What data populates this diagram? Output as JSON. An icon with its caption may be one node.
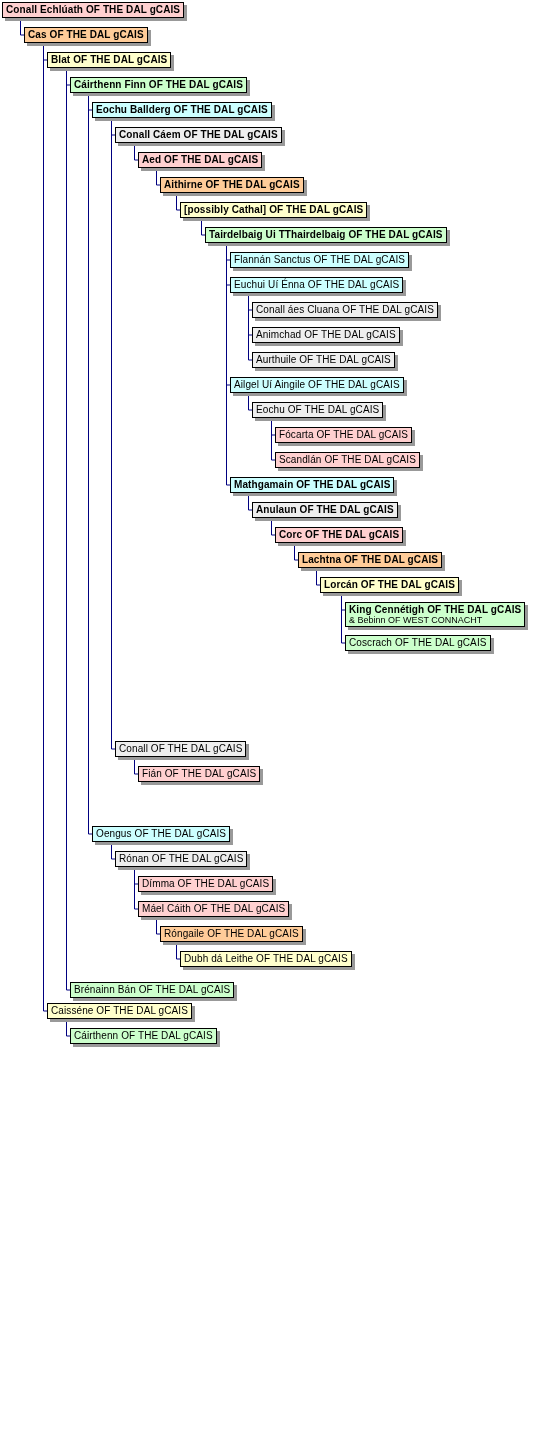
{
  "diagram": {
    "nodes": [
      {
        "text": [
          "Conall Echlúath OF THE DAL gCAIS"
        ]
      },
      {
        "text": [
          "Cas OF THE DAL gCAIS"
        ]
      },
      {
        "text": [
          "Blat OF THE DAL gCAIS"
        ]
      },
      {
        "text": [
          "Cáirthenn Finn OF THE DAL gCAIS"
        ]
      },
      {
        "text": [
          "Eochu Ballderg OF THE DAL gCAIS"
        ]
      },
      {
        "text": [
          "Conall Cáem OF THE DAL gCAIS"
        ]
      },
      {
        "text": [
          "Aed OF THE DAL gCAIS"
        ]
      },
      {
        "text": [
          "Aithirne OF THE DAL gCAIS"
        ]
      },
      {
        "text": [
          "[possibly Cathal] OF THE DAL gCAIS"
        ]
      },
      {
        "text": [
          "Tairdelbaig Ui TThairdelbaig OF THE DAL gCAIS"
        ]
      },
      {
        "text": [
          "Flannán Sanctus OF THE DAL gCAIS"
        ]
      },
      {
        "text": [
          "Euchui Uí Énna OF THE DAL gCAIS"
        ]
      },
      {
        "text": [
          "Conall áes Cluana OF THE DAL gCAIS"
        ]
      },
      {
        "text": [
          "Animchad OF THE DAL gCAIS"
        ]
      },
      {
        "text": [
          "Aurthuile OF THE DAL gCAIS"
        ]
      },
      {
        "text": [
          "Ailgel Uí Aingile OF THE DAL gCAIS"
        ]
      },
      {
        "text": [
          "Eochu OF THE DAL gCAIS"
        ]
      },
      {
        "text": [
          "Fócarta OF THE DAL gCAIS"
        ]
      },
      {
        "text": [
          "Scandlán OF THE DAL gCAIS"
        ]
      },
      {
        "text": [
          "Mathgamain OF THE DAL gCAIS"
        ]
      },
      {
        "text": [
          "Anulaun OF THE DAL gCAIS"
        ]
      },
      {
        "text": [
          "Corc OF THE DAL gCAIS"
        ]
      },
      {
        "text": [
          "Lachtna OF THE DAL gCAIS"
        ]
      },
      {
        "text": [
          "Lorcán OF THE DAL gCAIS"
        ]
      },
      {
        "text": [
          "King Cennétigh OF THE DAL gCAIS",
          "& Bebinn OF WEST CONNACHT"
        ]
      },
      {
        "text": [
          "Coscrach OF THE DAL gCAIS"
        ]
      },
      {
        "text": [
          "Conall OF THE DAL gCAIS"
        ]
      },
      {
        "text": [
          "Fián OF THE DAL gCAIS"
        ]
      },
      {
        "text": [
          "Oengus OF THE DAL gCAIS"
        ]
      },
      {
        "text": [
          "Rónan OF THE DAL gCAIS"
        ]
      },
      {
        "text": [
          "Dímma OF THE DAL gCAIS"
        ]
      },
      {
        "text": [
          "Máel Cáith OF THE DAL gCAIS"
        ]
      },
      {
        "text": [
          "Róngaile OF THE DAL gCAIS"
        ]
      },
      {
        "text": [
          "Dubh dá Leithe OF THE DAL gCAIS"
        ]
      },
      {
        "text": [
          "Brénainn Bán OF THE DAL gCAIS"
        ]
      },
      {
        "text": [
          "Caisséne OF THE DAL gCAIS"
        ]
      },
      {
        "text": [
          "Cáirthenn OF THE DAL gCAIS"
        ]
      }
    ],
    "edges": [
      {
        "from": 0,
        "to": 1,
        "arrow": "none"
      },
      {
        "from": 1,
        "to": 2,
        "arrow": "none"
      },
      {
        "from": 2,
        "to": 3,
        "arrow": "none"
      },
      {
        "from": 3,
        "to": 4,
        "arrow": "none"
      },
      {
        "from": 4,
        "to": 5,
        "arrow": "none"
      },
      {
        "from": 5,
        "to": 6,
        "arrow": "none"
      },
      {
        "from": 6,
        "to": 7,
        "arrow": "none"
      },
      {
        "from": 7,
        "to": 8,
        "arrow": "none"
      },
      {
        "from": 8,
        "to": 9,
        "arrow": "none"
      },
      {
        "from": 9,
        "to": 10,
        "arrow": "none"
      },
      {
        "from": 9,
        "to": 11,
        "arrow": "none"
      },
      {
        "from": 11,
        "to": 12,
        "arrow": "none"
      },
      {
        "from": 11,
        "to": 13,
        "arrow": "none"
      },
      {
        "from": 11,
        "to": 14,
        "arrow": "none"
      },
      {
        "from": 9,
        "to": 15,
        "arrow": "none"
      },
      {
        "from": 15,
        "to": 16,
        "arrow": "none"
      },
      {
        "from": 16,
        "to": 17,
        "arrow": "none"
      },
      {
        "from": 16,
        "to": 18,
        "arrow": "none"
      },
      {
        "from": 9,
        "to": 19,
        "arrow": "none"
      },
      {
        "from": 19,
        "to": 20,
        "arrow": "none"
      },
      {
        "from": 20,
        "to": 21,
        "arrow": "none"
      },
      {
        "from": 21,
        "to": 22,
        "arrow": "none"
      },
      {
        "from": 22,
        "to": 23,
        "arrow": "none"
      },
      {
        "from": 23,
        "to": 24,
        "arrow": "none"
      },
      {
        "from": 23,
        "to": 25,
        "arrow": "none"
      },
      {
        "from": 4,
        "to": 26,
        "arrow": "none"
      },
      {
        "from": 26,
        "to": 27,
        "arrow": "none"
      },
      {
        "from": 3,
        "to": 28,
        "arrow": "none"
      },
      {
        "from": 28,
        "to": 29,
        "arrow": "none"
      },
      {
        "from": 29,
        "to": 30,
        "arrow": "none"
      },
      {
        "from": 29,
        "to": 31,
        "arrow": "none"
      },
      {
        "from": 31,
        "to": 32,
        "arrow": "none"
      },
      {
        "from": 32,
        "to": 33,
        "arrow": "none"
      },
      {
        "from": 2,
        "to": 34,
        "arrow": "none"
      },
      {
        "from": 1,
        "to": 35,
        "arrow": "none"
      },
      {
        "from": 35,
        "to": 36,
        "arrow": "none"
      }
    ]
  }
}
